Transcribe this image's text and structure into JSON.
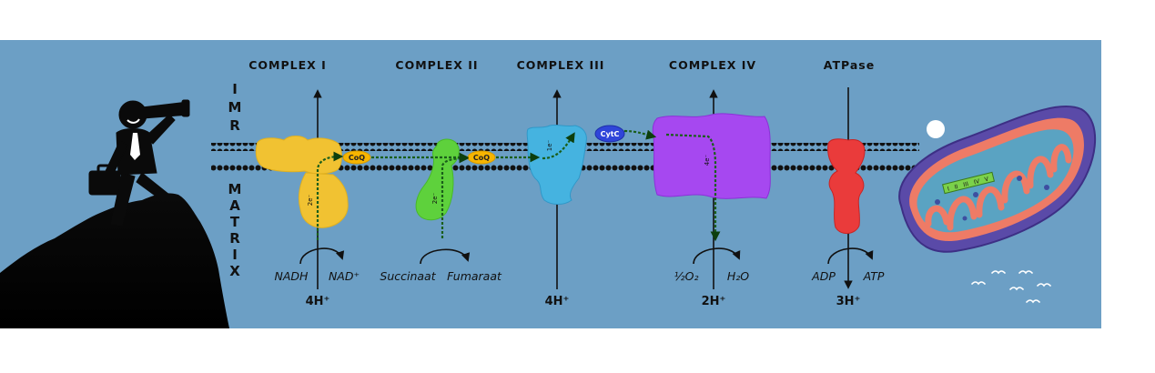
{
  "complexes": [
    {
      "label": "COMPLEX I"
    },
    {
      "label": "COMPLEX II"
    },
    {
      "label": "COMPLEX III"
    },
    {
      "label": "COMPLEX IV"
    },
    {
      "label": "ATPase"
    }
  ],
  "compartments": {
    "imr": [
      "I",
      "M",
      "R"
    ],
    "matrix": [
      "M",
      "A",
      "T",
      "R",
      "I",
      "X"
    ]
  },
  "carriers": {
    "coq_1": "CoQ",
    "coq_2": "CoQ",
    "cytc": "CytC"
  },
  "electrons": {
    "c1": "2e⁻",
    "c2": "2e⁻",
    "c3": "1e⁻",
    "c4": "4e⁻"
  },
  "reactions": {
    "c1_substrate": "NADH",
    "c1_product": "NAD⁺",
    "c2_substrate": "Succinaat",
    "c2_product": "Fumaraat",
    "c4_substrate": "½O₂",
    "c4_product": "H₂O",
    "atp_substrate": "ADP",
    "atp_product": "ATP"
  },
  "protons": {
    "c1": "4H⁺",
    "c3": "4H⁺",
    "c4": "2H⁺",
    "atp": "3H⁺"
  },
  "mito_complex_labels": [
    "I",
    "II",
    "III",
    "IV",
    "V"
  ],
  "colors": {
    "background": "#6c9fc5",
    "complex_i": "#f1c232",
    "complex_ii": "#5ed13c",
    "complex_iii": "#45b3e0",
    "complex_iv": "#a648f0",
    "atpase": "#ea3b3b",
    "cytc": "#2f45d9",
    "coq": "#f7b500",
    "electron_path": "#1a5e1a"
  }
}
